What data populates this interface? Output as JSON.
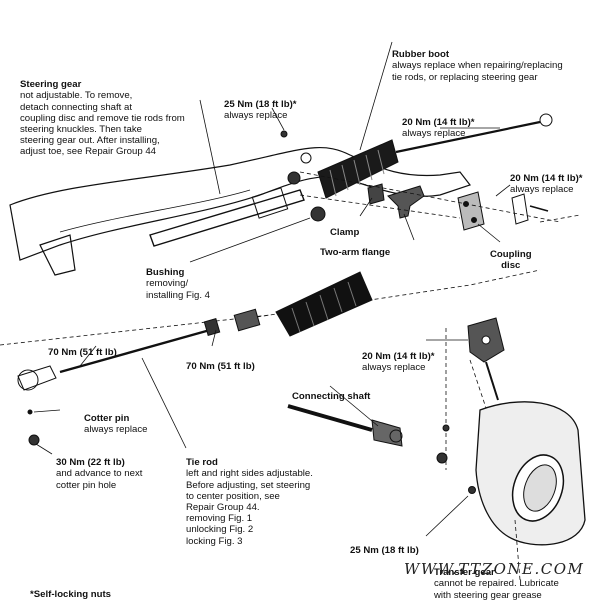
{
  "labels": {
    "steering_gear": {
      "title": "Steering gear",
      "body": "not adjustable. To remove,\ndetach connecting shaft at\ncoupling disc and remove tie rods from\nsteering knuckles. Then take\nsteering gear out. After installing,\nadjust toe, see Repair Group 44"
    },
    "torque_25_top": {
      "title": "25 Nm (18 ft lb)*",
      "body": "always replace"
    },
    "rubber_boot": {
      "title": "Rubber boot",
      "body": "always replace when repairing/replacing\ntie rods, or replacing steering gear"
    },
    "torque_20_a": {
      "title": "20 Nm (14 ft lb)*",
      "body": "always replace"
    },
    "torque_20_b": {
      "title": "20 Nm (14 ft lb)*",
      "body": "always replace"
    },
    "clamp": {
      "title": "Clamp"
    },
    "two_arm_flange": {
      "title": "Two-arm flange"
    },
    "coupling_disc": {
      "title": "Coupling\ndisc"
    },
    "bushing": {
      "title": "Bushing",
      "body": "removing/\ninstalling Fig. 4"
    },
    "torque_70_left": {
      "title": "70 Nm (51 ft lb)"
    },
    "torque_70_mid": {
      "title": "70 Nm (51 ft lb)"
    },
    "torque_20_c": {
      "title": "20 Nm (14 ft lb)*",
      "body": "always replace"
    },
    "connecting_shaft": {
      "title": "Connecting shaft"
    },
    "cotter_pin": {
      "title": "Cotter pin",
      "body": "always replace"
    },
    "torque_30": {
      "title": "30 Nm (22 ft lb)",
      "body": "and advance to next\ncotter pin hole"
    },
    "tie_rod": {
      "title": "Tie rod",
      "body": "left and right sides adjustable.\nBefore adjusting, set steering\nto center position, see\nRepair Group 44.\nremoving Fig. 1\nunlocking Fig. 2\nlocking Fig. 3"
    },
    "torque_25_bottom": {
      "title": "25 Nm (18 ft lb)"
    },
    "transfer_gear": {
      "title": "Transfer gear",
      "body": "cannot be repaired. Lubricate\nwith steering gear grease"
    },
    "footnote": {
      "title": "*Self-locking nuts"
    }
  },
  "watermark": "WWW.TTZONE.COM"
}
